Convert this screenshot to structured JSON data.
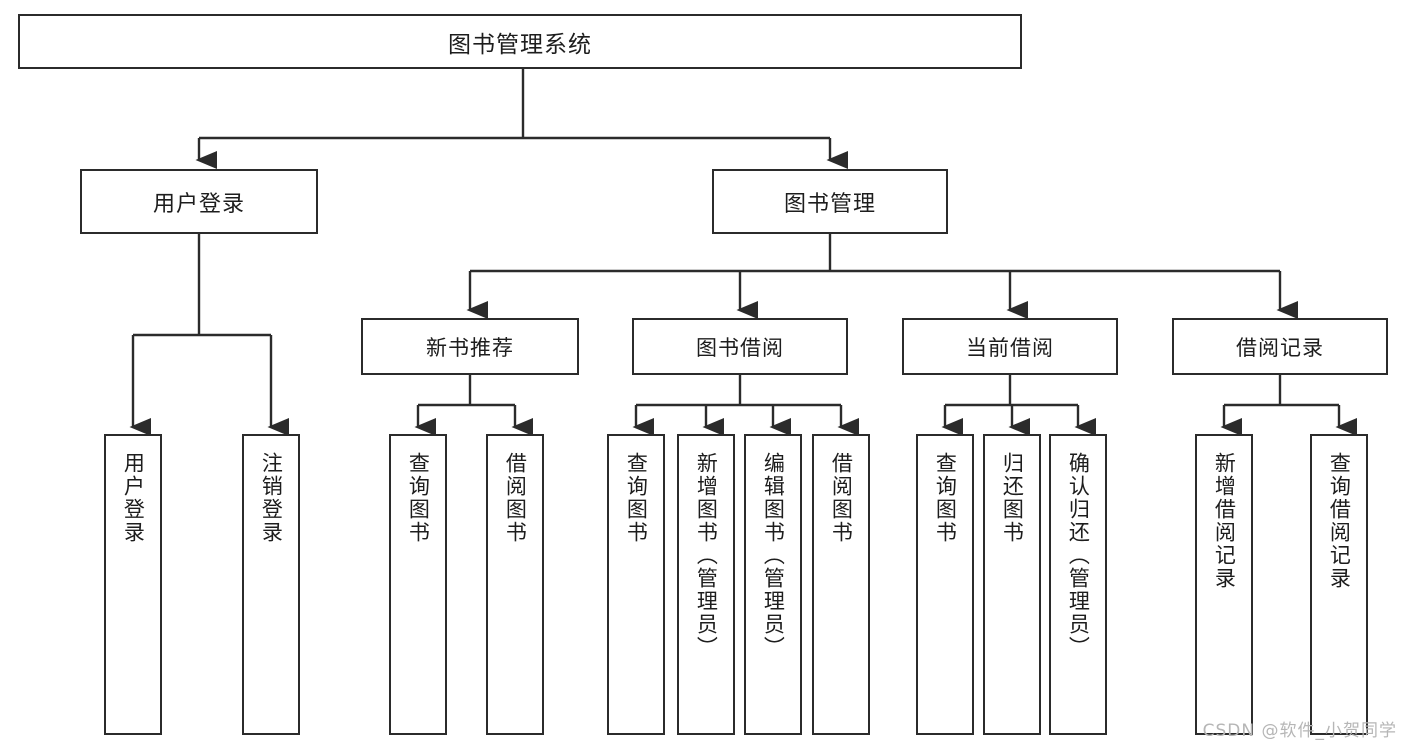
{
  "diagram": {
    "title": "图书管理系统",
    "type": "hierarchy-tree",
    "background_color": "#ffffff",
    "line_color": "#2b2b2b",
    "text_color": "#1d1d1d"
  },
  "root": {
    "label": "图书管理系统"
  },
  "level1": [
    {
      "label": "用户登录"
    },
    {
      "label": "图书管理"
    }
  ],
  "level2": [
    {
      "label": "新书推荐"
    },
    {
      "label": "图书借阅"
    },
    {
      "label": "当前借阅"
    },
    {
      "label": "借阅记录"
    }
  ],
  "leaves": {
    "user_login": [
      {
        "label": "用户登录"
      },
      {
        "label": "注销登录"
      }
    ],
    "new_book_recommend": [
      {
        "label": "查询图书"
      },
      {
        "label": "借阅图书"
      }
    ],
    "book_borrow": [
      {
        "label": "查询图书"
      },
      {
        "label": "新增图书（管理员）"
      },
      {
        "label": "编辑图书（管理员）"
      },
      {
        "label": "借阅图书"
      }
    ],
    "current_borrow": [
      {
        "label": "查询图书"
      },
      {
        "label": "归还图书"
      },
      {
        "label": "确认归还（管理员）"
      }
    ],
    "borrow_record": [
      {
        "label": "新增借阅记录"
      },
      {
        "label": "查询借阅记录"
      }
    ]
  },
  "watermark": {
    "text": "CSDN @软件_小贺同学"
  }
}
